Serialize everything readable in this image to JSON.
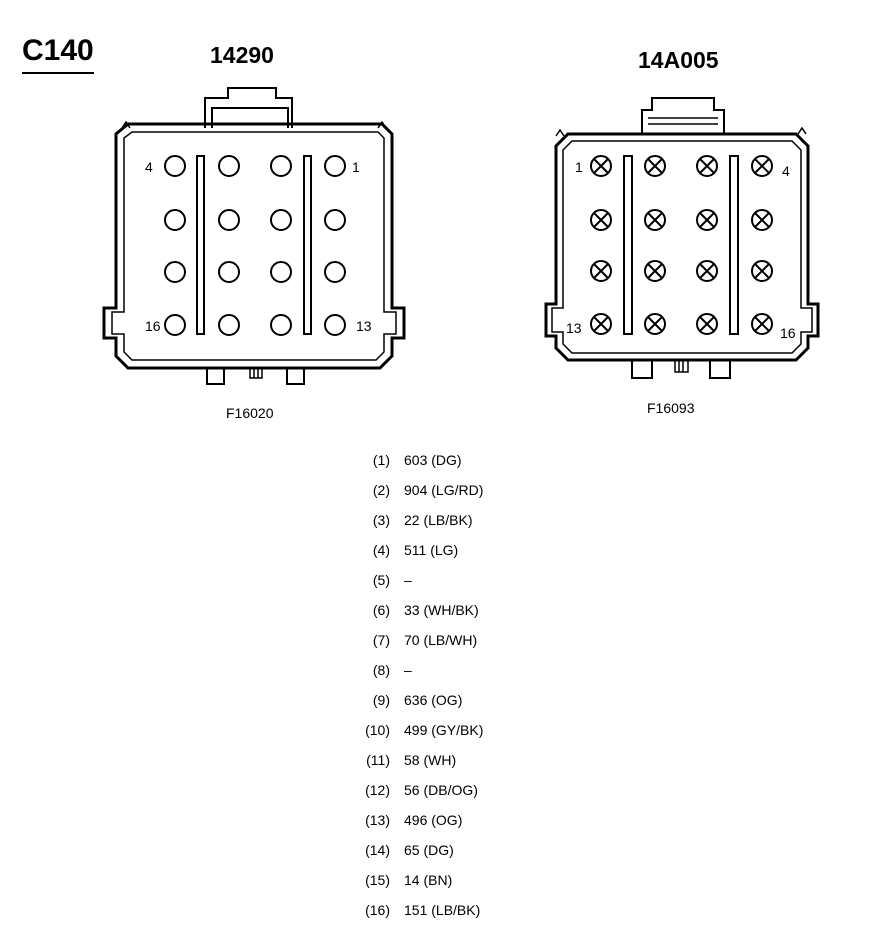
{
  "connector_id": "C140",
  "left_connector": {
    "part_number": "14290",
    "figure_id": "F16020",
    "pin_labels": {
      "top_left": "4",
      "top_right": "1",
      "bottom_left": "16",
      "bottom_right": "13"
    }
  },
  "right_connector": {
    "part_number": "14A005",
    "figure_id": "F16093",
    "pin_labels": {
      "top_left": "1",
      "top_right": "4",
      "bottom_left": "13",
      "bottom_right": "16"
    }
  },
  "pins": [
    {
      "number": "(1)",
      "circuit": "603 (DG)"
    },
    {
      "number": "(2)",
      "circuit": "904 (LG/RD)"
    },
    {
      "number": "(3)",
      "circuit": "22 (LB/BK)"
    },
    {
      "number": "(4)",
      "circuit": "511 (LG)"
    },
    {
      "number": "(5)",
      "circuit": "–"
    },
    {
      "number": "(6)",
      "circuit": "33 (WH/BK)"
    },
    {
      "number": "(7)",
      "circuit": "70 (LB/WH)"
    },
    {
      "number": "(8)",
      "circuit": "–"
    },
    {
      "number": "(9)",
      "circuit": "636 (OG)"
    },
    {
      "number": "(10)",
      "circuit": "499 (GY/BK)"
    },
    {
      "number": "(11)",
      "circuit": "58 (WH)"
    },
    {
      "number": "(12)",
      "circuit": "56 (DB/OG)"
    },
    {
      "number": "(13)",
      "circuit": "496 (OG)"
    },
    {
      "number": "(14)",
      "circuit": "65 (DG)"
    },
    {
      "number": "(15)",
      "circuit": "14 (BN)"
    },
    {
      "number": "(16)",
      "circuit": "151 (LB/BK)"
    }
  ]
}
